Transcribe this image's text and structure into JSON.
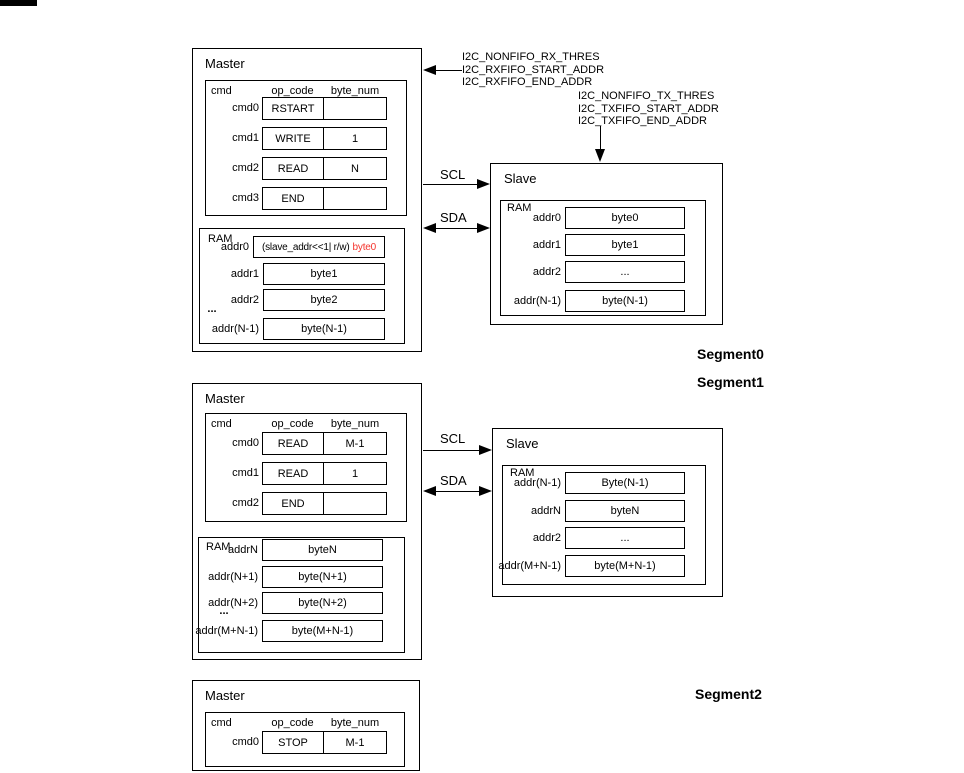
{
  "titles": {
    "master": "Master",
    "slave": "Slave"
  },
  "headers": {
    "cmd": "cmd",
    "op_code": "op_code",
    "byte_num": "byte_num",
    "ram": "RAM"
  },
  "bus": {
    "scl": "SCL",
    "sda": "SDA"
  },
  "annotations": {
    "rx": [
      "I2C_NONFIFO_RX_THRES",
      "I2C_RXFIFO_START_ADDR",
      "I2C_RXFIFO_END_ADDR"
    ],
    "tx": [
      "I2C_NONFIFO_TX_THRES",
      "I2C_TXFIFO_START_ADDR",
      "I2C_TXFIFO_END_ADDR"
    ]
  },
  "segment_labels": {
    "s0": "Segment0",
    "s1": "Segment1",
    "s2": "Segment2"
  },
  "colors": {
    "highlight": "#f4332c",
    "line": "#000000"
  },
  "master0": {
    "rows": [
      {
        "label": "cmd0",
        "op": "RSTART",
        "byte": ""
      },
      {
        "label": "cmd1",
        "op": "WRITE",
        "byte": "1"
      },
      {
        "label": "cmd2",
        "op": "READ",
        "byte": "N"
      },
      {
        "label": "cmd3",
        "op": "END",
        "byte": ""
      }
    ],
    "ram_rows": [
      {
        "label": "addr0",
        "value": "(slave_addr<<1| r/w)",
        "red": "byte0"
      },
      {
        "label": "addr1",
        "value": "byte1"
      },
      {
        "label": "addr2",
        "value": "byte2"
      },
      {
        "label": "addr(N-1)",
        "value": "byte(N-1)"
      }
    ],
    "ellipsis": "..."
  },
  "slave0": {
    "rows": [
      {
        "label": "addr0",
        "value": "byte0"
      },
      {
        "label": "addr1",
        "value": "byte1"
      },
      {
        "label": "addr2",
        "value": "..."
      },
      {
        "label": "addr(N-1)",
        "value": "byte(N-1)"
      }
    ]
  },
  "master1": {
    "rows": [
      {
        "label": "cmd0",
        "op": "READ",
        "byte": "M-1"
      },
      {
        "label": "cmd1",
        "op": "READ",
        "byte": "1"
      },
      {
        "label": "cmd2",
        "op": "END",
        "byte": ""
      }
    ],
    "ram_rows": [
      {
        "label": "addrN",
        "value": "byteN"
      },
      {
        "label": "addr(N+1)",
        "value": "byte(N+1)"
      },
      {
        "label": "addr(N+2)",
        "value": "byte(N+2)"
      },
      {
        "label": "addr(M+N-1)",
        "value": "byte(M+N-1)"
      }
    ],
    "ellipsis": "..."
  },
  "slave1": {
    "rows": [
      {
        "label": "addr(N-1)",
        "value": "Byte(N-1)"
      },
      {
        "label": "addrN",
        "value": "byteN"
      },
      {
        "label": "addr2",
        "value": "..."
      },
      {
        "label": "addr(M+N-1)",
        "value": "byte(M+N-1)"
      }
    ]
  },
  "master2": {
    "rows": [
      {
        "label": "cmd0",
        "op": "STOP",
        "byte": "M-1"
      }
    ]
  }
}
